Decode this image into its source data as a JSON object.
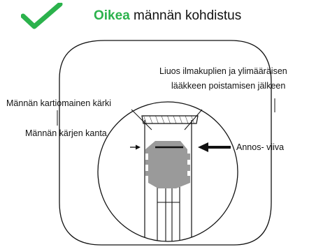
{
  "header": {
    "icon": "checkmark-icon",
    "accent_word": "Oikea",
    "title_rest": " männän kohdistus",
    "accent_color": "#2bb24c"
  },
  "labels": {
    "solution_line1": "Liuos ilmakuplien ja ylimääräisen",
    "solution_line2": "lääkkeen poistamisen jälkeen",
    "plunger_tip": "Männän kartiomainen kärki",
    "plunger_base": "Männän kärjen kanta",
    "dose_line": "Annos- viiva"
  }
}
